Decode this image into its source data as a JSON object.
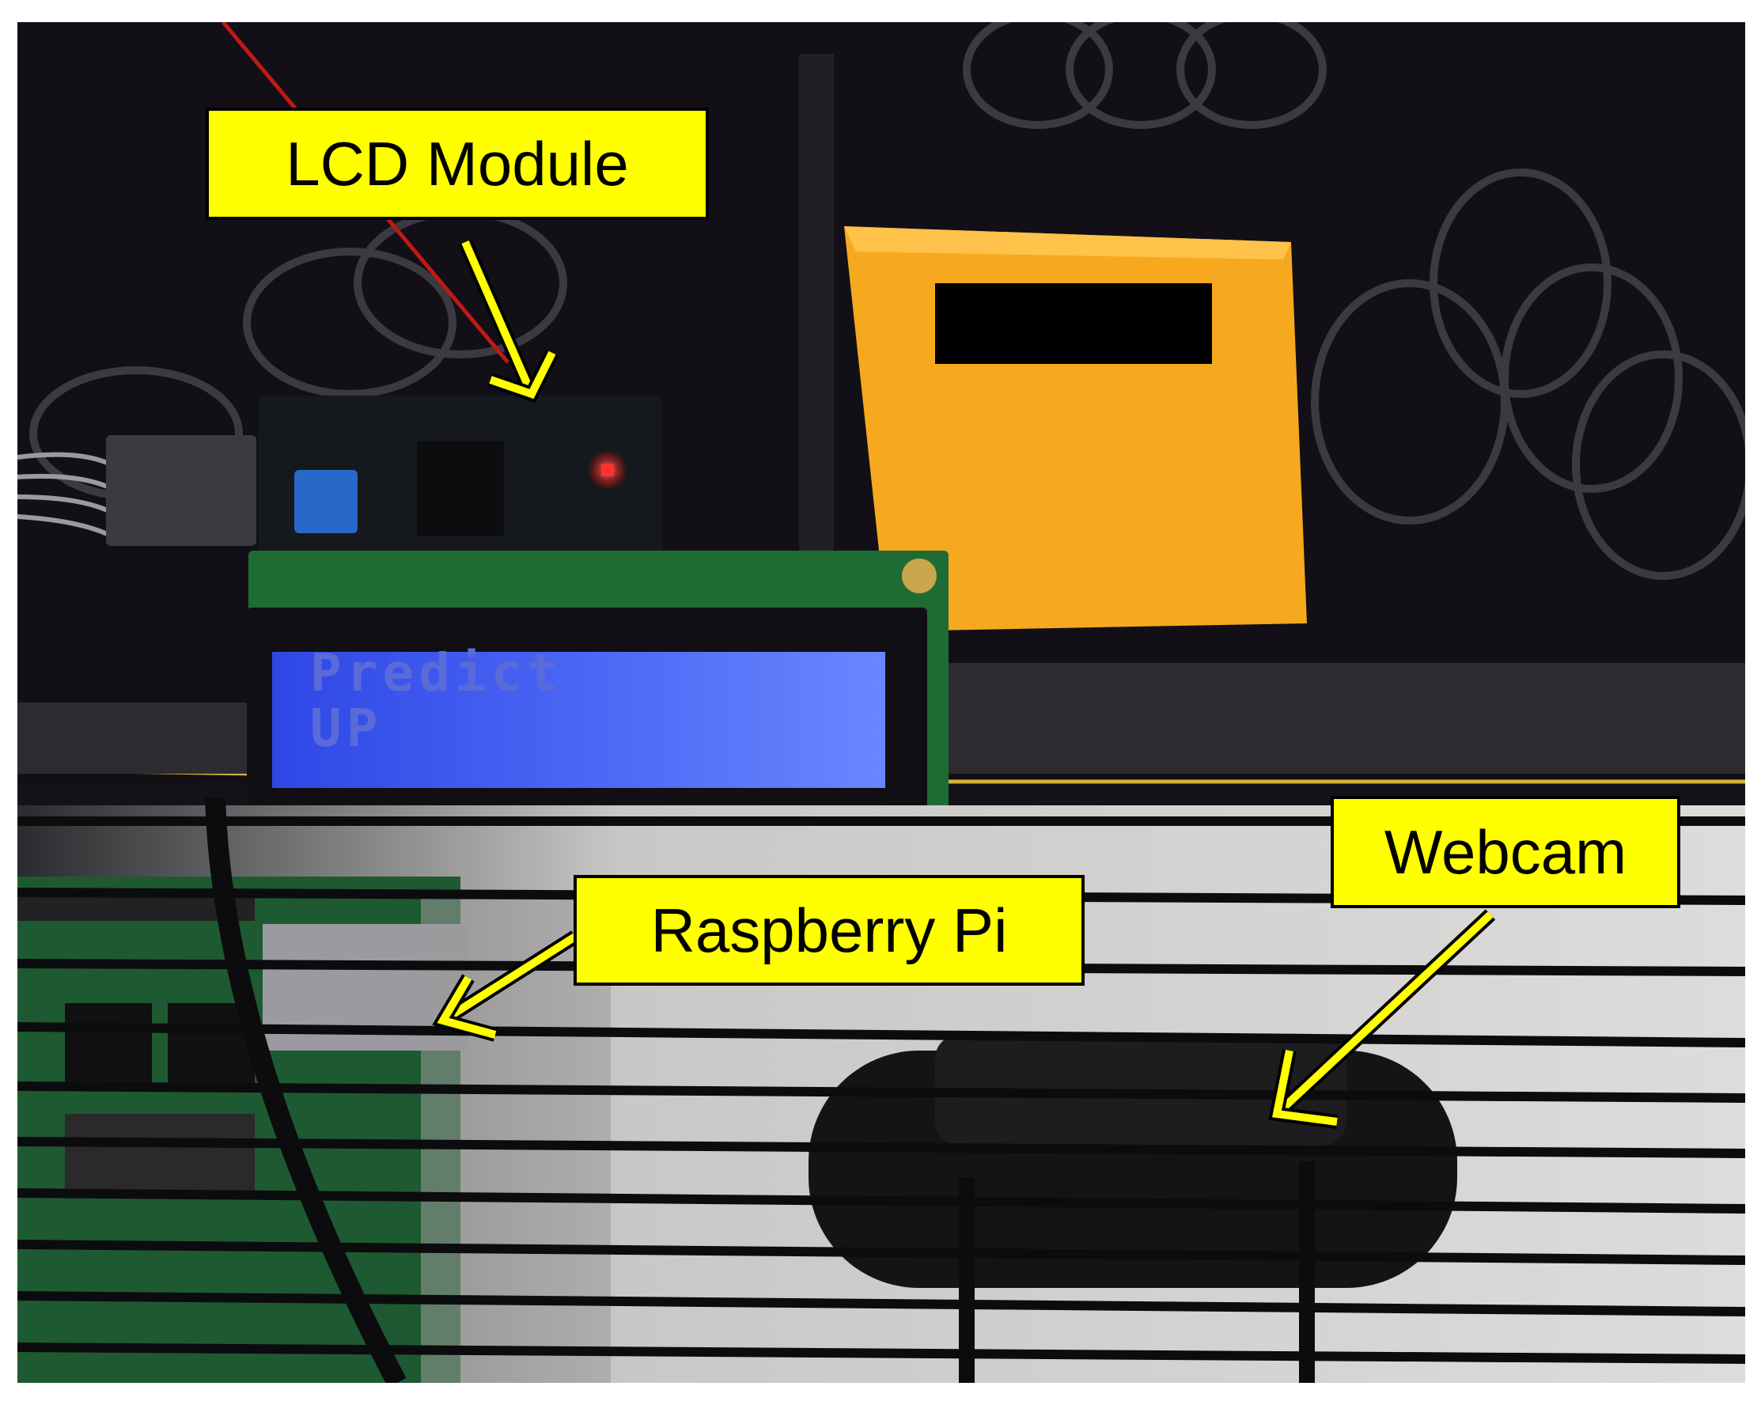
{
  "labels": {
    "lcd_module": "LCD Module",
    "raspberry_pi": "Raspberry Pi",
    "webcam": "Webcam"
  },
  "lcd_display": {
    "line1": "Predict",
    "line2": "UP"
  },
  "colors": {
    "callout_fill": "#ffff00",
    "callout_border": "#000000",
    "arrow": "#ffff00",
    "lcd_screen": "#3d55f0",
    "yellow_box": "#f6a91e",
    "pcb_green": "#1f6b34"
  },
  "icons": {
    "arrow_style": "yellow-outlined-arrow"
  }
}
